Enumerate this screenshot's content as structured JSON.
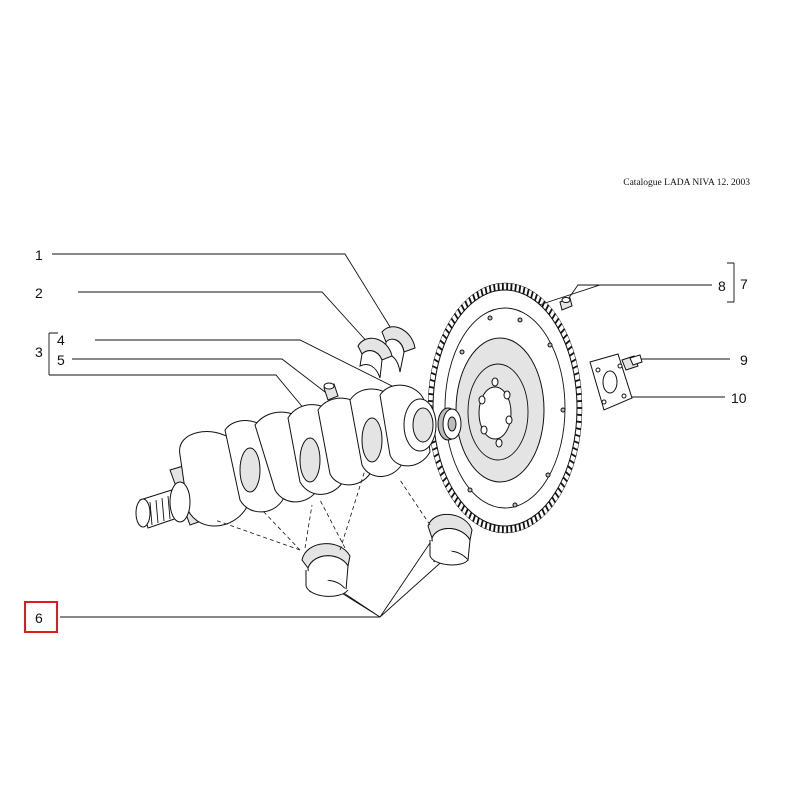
{
  "caption": "Catalogue LADA NIVA 12. 2003",
  "callouts": {
    "c1": "1",
    "c2": "2",
    "c3": "3",
    "c4": "4",
    "c5": "5",
    "c6": "6",
    "c7": "7",
    "c8": "8",
    "c9": "9",
    "c10": "10"
  },
  "highlight": {
    "callout": "6",
    "color": "#e01b1b"
  },
  "parts": [
    "thrust-half-washer-front",
    "thrust-half-washer-rear",
    "bearing",
    "crankshaft",
    "plug",
    "main-bearing-shells",
    "flywheel",
    "flywheel-dowel",
    "flywheel-bolt",
    "washer-plate"
  ]
}
